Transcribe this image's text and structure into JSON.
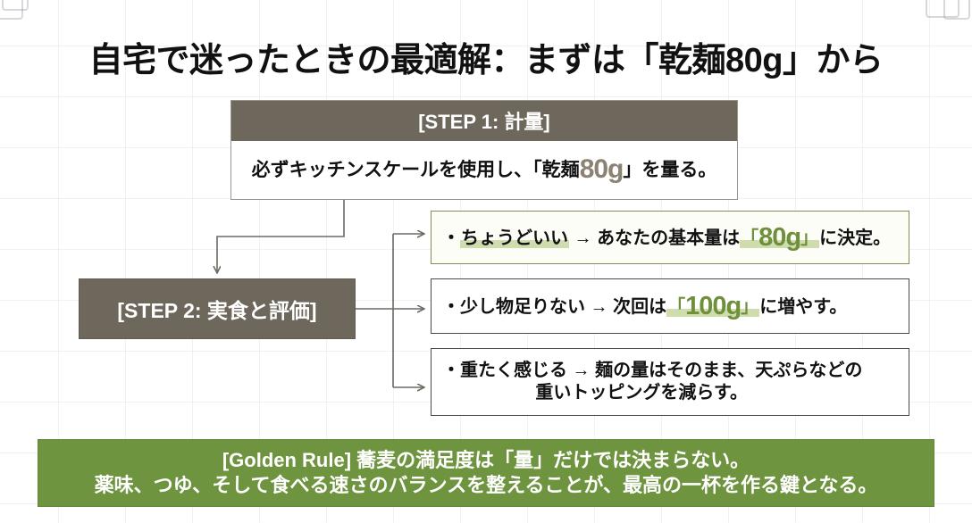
{
  "page": {
    "title": "自宅で迷ったときの最適解：まずは「乾麺80g」から"
  },
  "colors": {
    "header_taupe": "#6D675C",
    "banner_green": "#6F9440",
    "highlight_green": "#CEDCAE",
    "accent_green_text": "#6F8F3C",
    "accent_brown_text": "#8B8274",
    "outcome_border_green": "#7F8F55",
    "outcome_border_gray": "#4A4A4A",
    "connector_gray": "#6B6B63"
  },
  "step1": {
    "header": "[STEP 1: 計量]",
    "body_prefix": "必ずキッチンスケールを使用し、「乾麺",
    "body_amount": "80g",
    "body_suffix": "」を量る。"
  },
  "step2": {
    "label": "[STEP 2: 実食と評価]"
  },
  "outcomes": [
    {
      "bullet": "・",
      "condition": "ちょうどいい",
      "arrow": " → ",
      "result_prefix": "あなたの基本量は",
      "quote_open": "「",
      "amount": "80g",
      "quote_close": "」",
      "result_suffix": "に決定。",
      "highlighted": true,
      "border_style": "green"
    },
    {
      "bullet": "・",
      "condition": "少し物足りない",
      "arrow": " → ",
      "result_prefix": "次回は",
      "quote_open": "「",
      "amount": "100g",
      "quote_close": "」",
      "result_suffix": "に増やす。",
      "highlighted": false,
      "border_style": "gray"
    },
    {
      "bullet": "・",
      "condition": "重たく感じる",
      "arrow": " → ",
      "line1": "麺の量はそのまま、天ぷらなどの",
      "line2": "重いトッピングを減らす。",
      "highlighted": false,
      "border_style": "gray"
    }
  ],
  "footer": {
    "line1": "[Golden Rule] 蕎麦の満足度は「量」だけでは決まらない。",
    "line2": "薬味、つゆ、そして食べる速さのバランスを整えることが、最高の一杯を作る鍵となる。"
  },
  "icons": {
    "arrow_down": "arrow-down-icon",
    "arrow_right": "arrow-right-icon",
    "corner_mark": "corner-registration-mark-icon"
  }
}
